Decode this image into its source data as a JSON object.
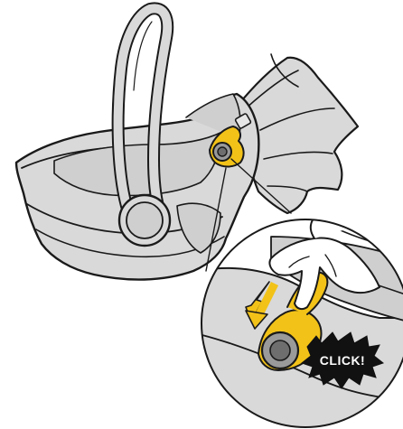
{
  "figure": {
    "callout_label": "CLICK!",
    "colors": {
      "seat_fill": "#d9d9d9",
      "seat_dark": "#c4c4c4",
      "outline": "#1a1a1a",
      "accent_yellow": "#f2c218",
      "badge_fill": "#111111",
      "badge_text": "#ffffff",
      "background": "#ffffff"
    },
    "icons": [
      "infant-car-seat",
      "adjustment-button",
      "hand",
      "down-arrow",
      "click-burst-badge"
    ]
  }
}
